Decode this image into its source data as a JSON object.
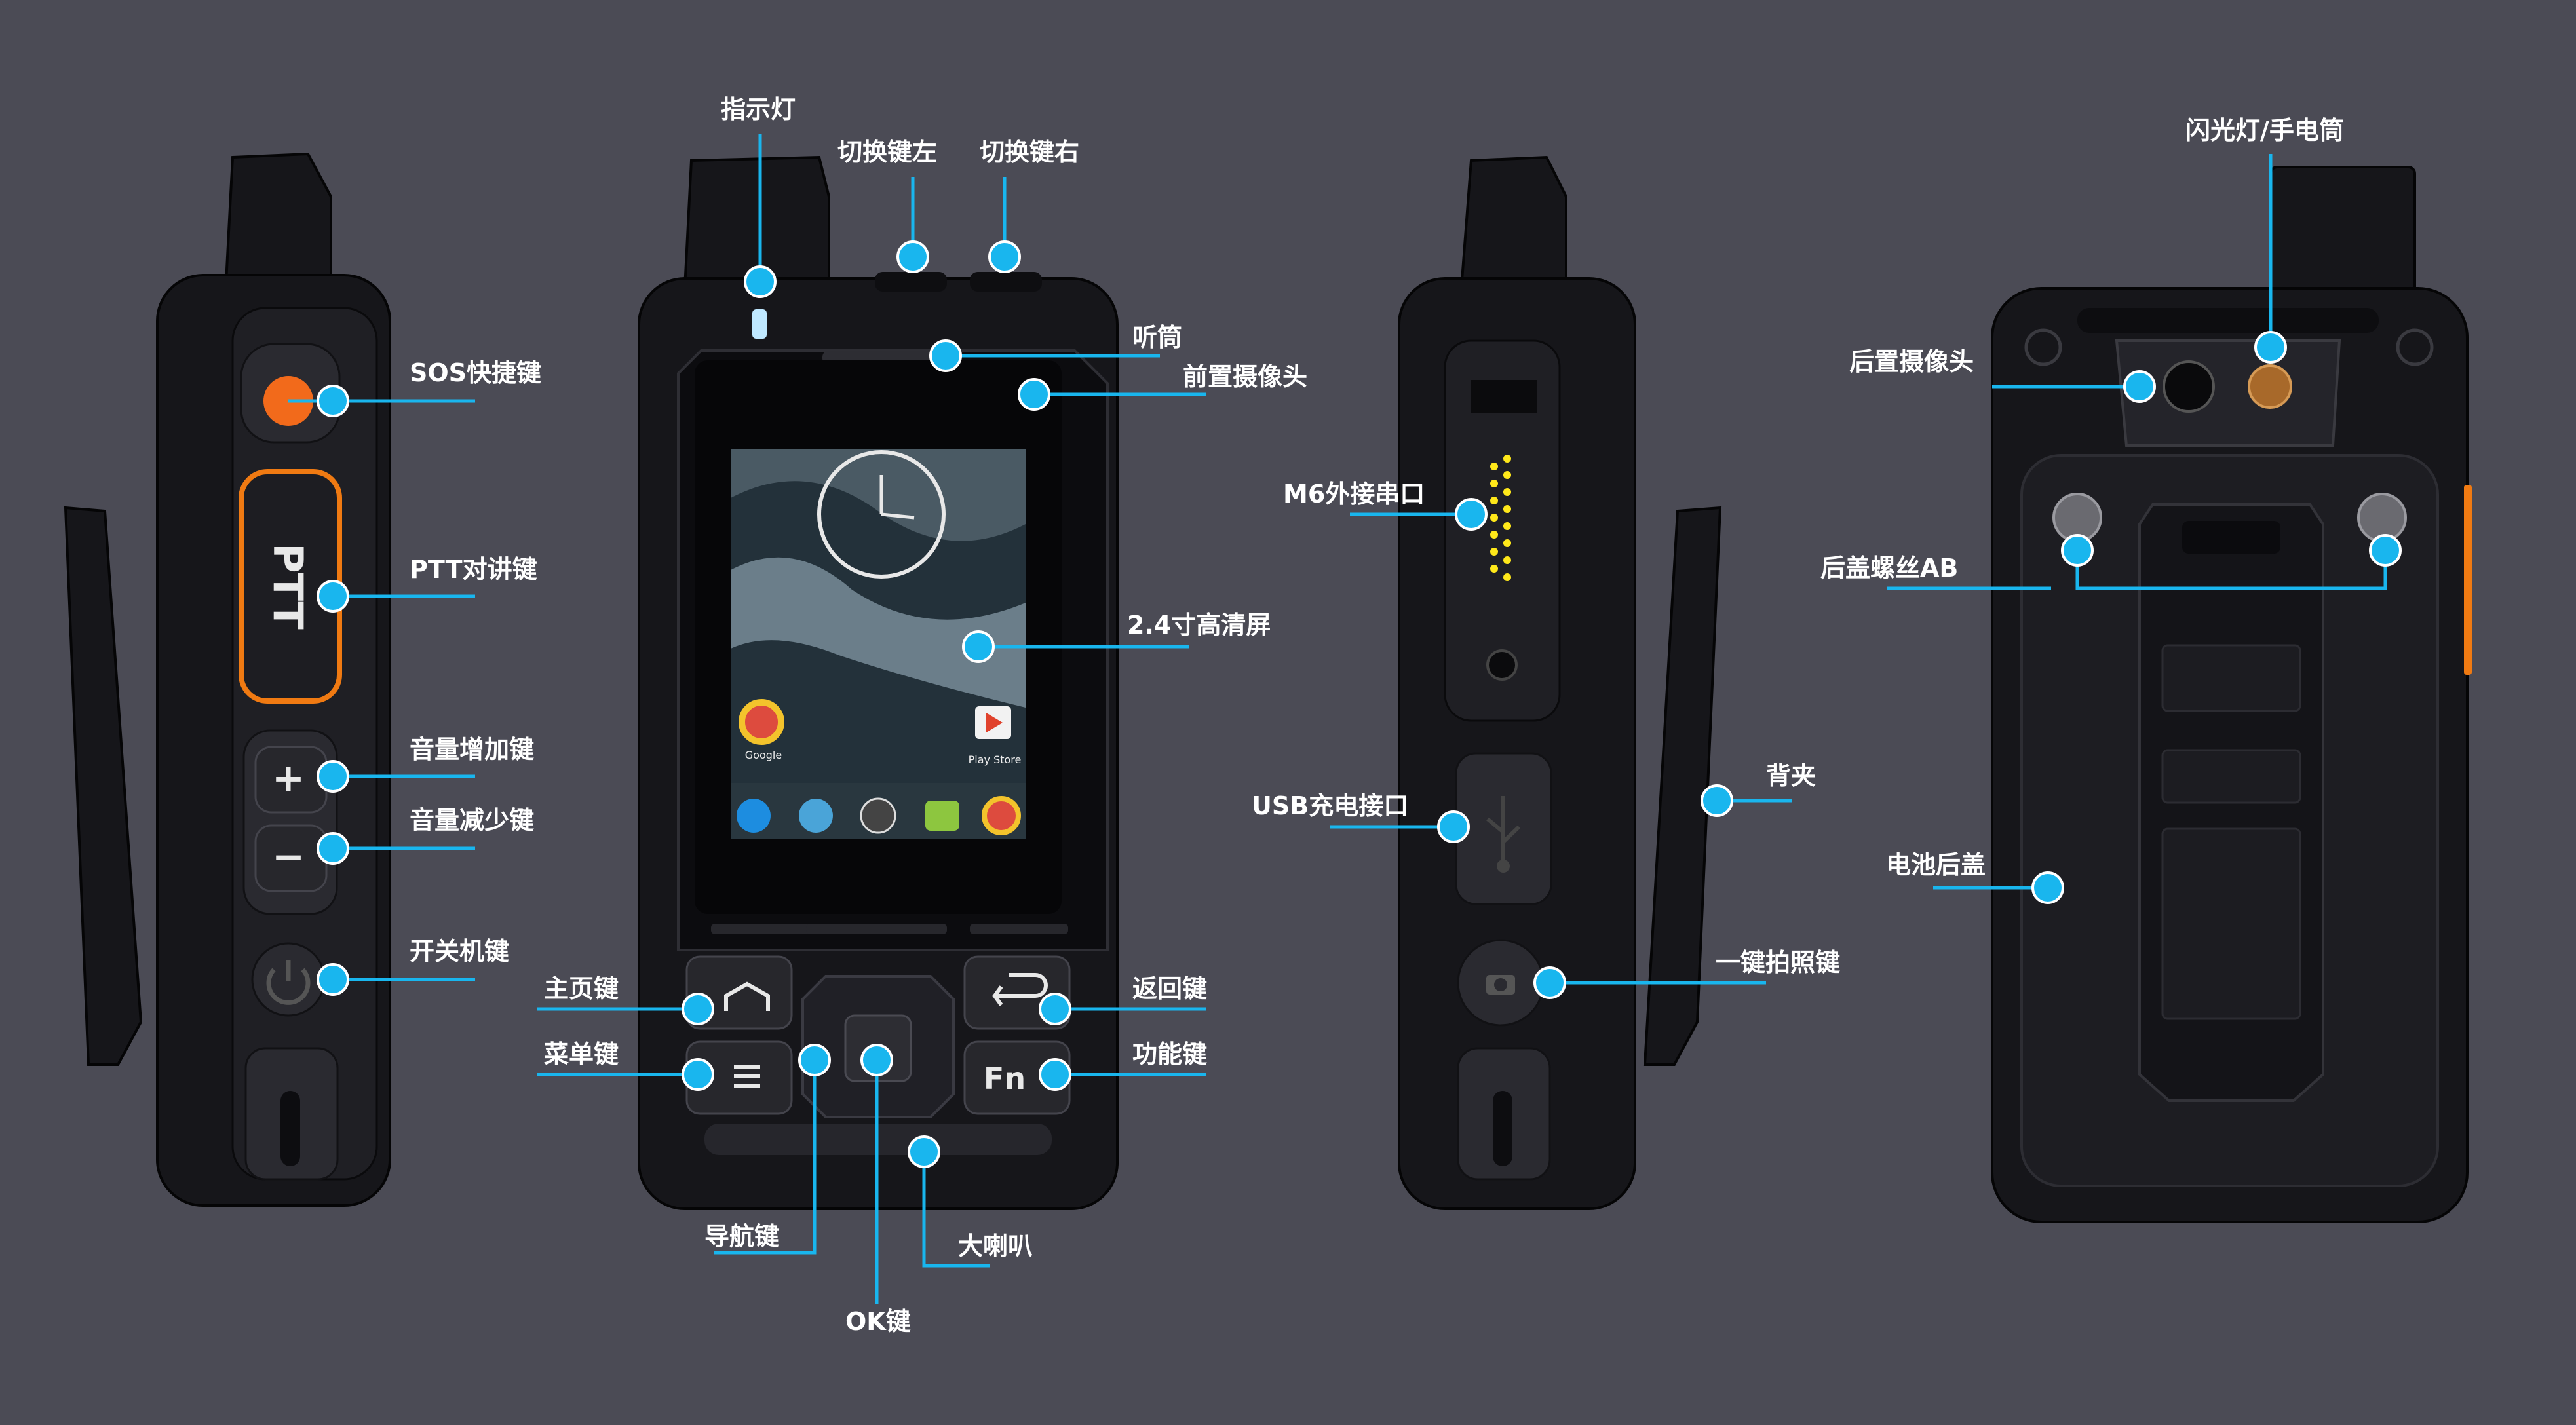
{
  "callouts": {
    "sos": "SOS快捷键",
    "ptt": "PTT对讲键",
    "vol_up": "音量增加键",
    "vol_down": "音量减少键",
    "power": "开关机键",
    "indicator": "指示灯",
    "switch_left": "切换键左",
    "switch_right": "切换键右",
    "earpiece": "听筒",
    "front_camera": "前置摄像头",
    "screen": "2.4寸高清屏",
    "home_key": "主页键",
    "menu_key": "菜单键",
    "back_key": "返回键",
    "fn_key": "功能键",
    "nav_key": "导航键",
    "ok_key": "OK键",
    "speaker": "大喇叭",
    "m6_port": "M6外接串口",
    "usb_port": "USB充电接口",
    "camera_key": "一键拍照键",
    "belt_clip": "背夹",
    "flash": "闪光灯/手电筒",
    "rear_camera": "后置摄像头",
    "screws": "后盖螺丝AB",
    "battery_cover": "电池后盖"
  },
  "device": {
    "ptt_label": "PTT",
    "plus": "+",
    "minus": "−",
    "fn_label": "Fn",
    "app_google": "Google",
    "app_playstore": "Play Store"
  },
  "colors": {
    "background": "#4b4b55",
    "leader": "#19b6ee",
    "sos_button": "#f26a1b",
    "ptt_frame": "#f07a12",
    "connector_pins": "#ffe81a"
  },
  "icons": [
    "home-icon",
    "menu-icon",
    "back-icon",
    "usb-icon",
    "camera-icon",
    "power-icon"
  ]
}
